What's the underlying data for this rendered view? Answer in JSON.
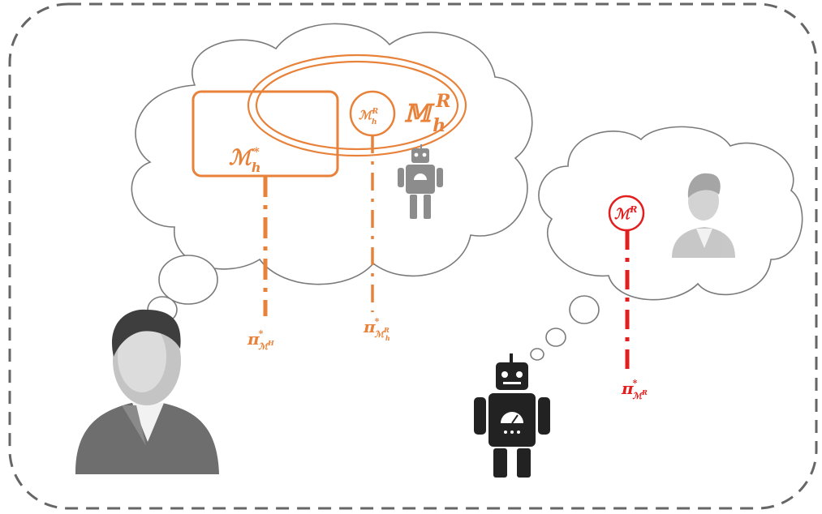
{
  "colors": {
    "orange": "#e8823a",
    "red": "#e31e1e",
    "cloud_stroke": "#7a7a7a",
    "border_stroke": "#666666",
    "robot_dark": "#222222",
    "robot_grey": "#8c8c8c"
  },
  "labels": {
    "human_model_base": "ℳ",
    "human_model_sub": "h",
    "human_model_sup": "*",
    "robot_model_small_base": "ℳ",
    "robot_model_small_sub": "h",
    "robot_model_small_sup": "R",
    "robot_model_set_base": "𝕄",
    "robot_model_set_sub": "h",
    "robot_model_set_sup": "R",
    "robot_true_model_base": "ℳ",
    "robot_true_model_sup": "R",
    "policy_human_base": "π",
    "policy_human_sup": "*",
    "policy_human_sub": "ℳ",
    "policy_human_subsup": "H",
    "policy_robot_est_base": "π",
    "policy_robot_est_sup": "*",
    "policy_robot_est_sub": "ℳ",
    "policy_robot_est_subsup": "R",
    "policy_robot_est_subsub": "h",
    "policy_robot_base": "π",
    "policy_robot_sup": "*",
    "policy_robot_sub": "ℳ",
    "policy_robot_subsup": "R"
  },
  "icons": [
    "human-avatar-icon",
    "robot-icon",
    "thought-cloud-icon"
  ]
}
